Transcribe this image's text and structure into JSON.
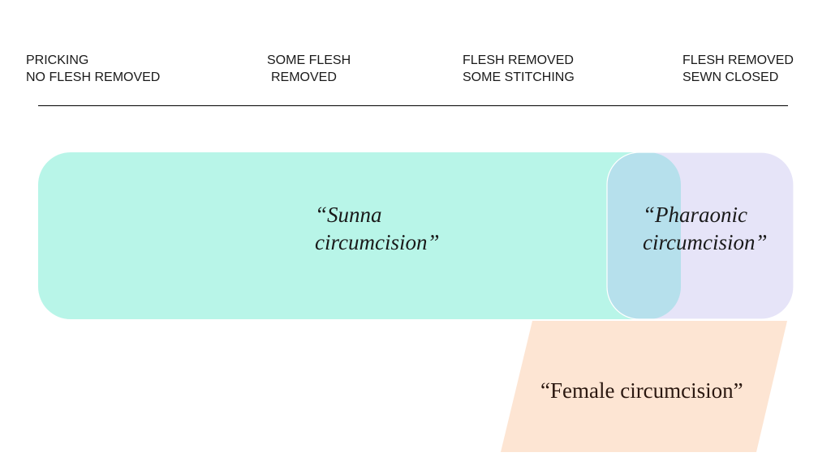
{
  "scale": {
    "labels": [
      {
        "line1": "PRICKING",
        "line2": "NO FLESH REMOVED"
      },
      {
        "line1": "SOME FLESH",
        "line2": "REMOVED"
      },
      {
        "line1": "FLESH REMOVED",
        "line2": "SOME STITCHING"
      },
      {
        "line1": "FLESH REMOVED",
        "line2": "SEWN CLOSED"
      }
    ]
  },
  "regions": {
    "sunna": {
      "line1": "“Sunna",
      "line2": "circumcision”",
      "color": "#b8f5e8"
    },
    "pharaonic": {
      "line1": "“Pharaonic",
      "line2": "circumcision”",
      "color": "#e6e4f8"
    },
    "overlap": {
      "color": "#b6e0ec"
    },
    "female": {
      "label": "“Female circumcision”",
      "color": "#fde5d3"
    }
  },
  "colors": {
    "text": "#1a1a1a",
    "axis": "#000000"
  }
}
